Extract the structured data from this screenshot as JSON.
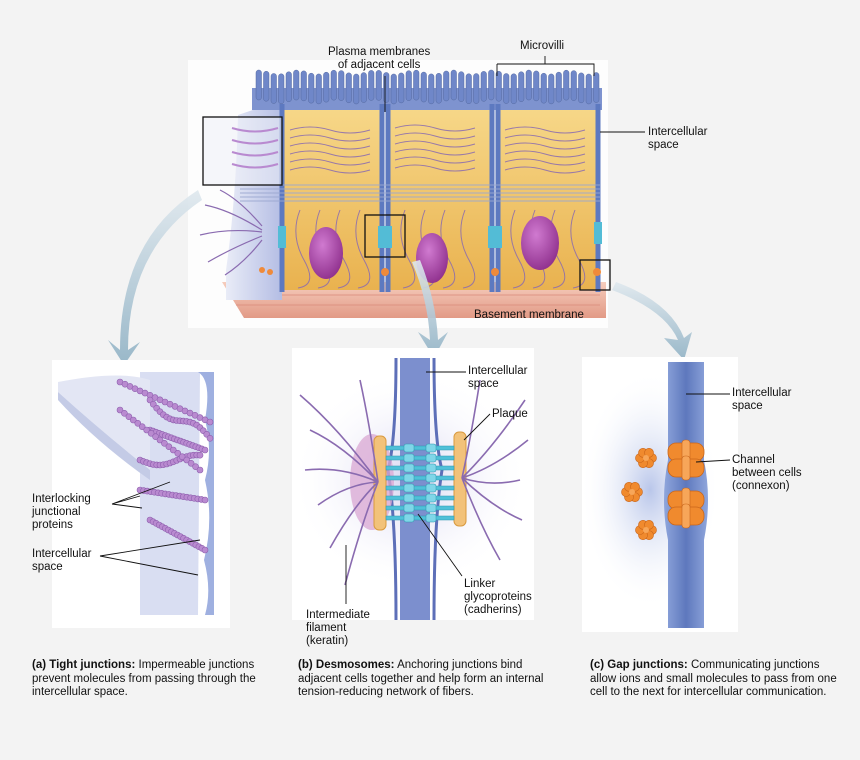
{
  "top_labels": {
    "plasma_membranes": [
      "Plasma membranes",
      "of adjacent cells"
    ],
    "microvilli": "Microvilli",
    "intercellular_space": [
      "Intercellular",
      "space"
    ],
    "basement_membrane": "Basement membrane"
  },
  "panel_a": {
    "labels": {
      "interlocking": [
        "Interlocking",
        "junctional",
        "proteins"
      ],
      "intercellular_space": [
        "Intercellular",
        "space"
      ]
    },
    "caption": {
      "prefix": "(a)",
      "bold": "Tight junctions:",
      "text": "Impermeable junctions prevent molecules from passing through the intercellular space."
    }
  },
  "panel_b": {
    "labels": {
      "intercellular_space": [
        "Intercellular",
        "space"
      ],
      "plaque": "Plaque",
      "linker": [
        "Linker",
        "glycoproteins",
        "(cadherins)"
      ],
      "filament": [
        "Intermediate",
        "filament",
        "(keratin)"
      ]
    },
    "caption": {
      "prefix": "(b)",
      "bold": "Desmosomes:",
      "text": "Anchoring junctions bind adjacent cells together and help form an internal tension-reducing network of fibers."
    }
  },
  "panel_c": {
    "labels": {
      "intercellular_space": [
        "Intercellular",
        "space"
      ],
      "channel": [
        "Channel",
        "between cells",
        "(connexon)"
      ]
    },
    "caption": {
      "prefix": "(c)",
      "bold": "Gap junctions:",
      "text": "Communicating junctions allow ions and small molecules to pass from one cell to the next for intercellular communication."
    }
  },
  "colors": {
    "cytoplasm": "#f2c46a",
    "membrane": "#6d86c4",
    "nucleus": "#a23f9e",
    "basement": "#f0b8a8",
    "tight_protein": "#b98ad0",
    "plaque": "#f2c27a",
    "linker": "#4fc0d8",
    "connexon": "#f08a2e",
    "arrow": "#a9c4d4"
  }
}
